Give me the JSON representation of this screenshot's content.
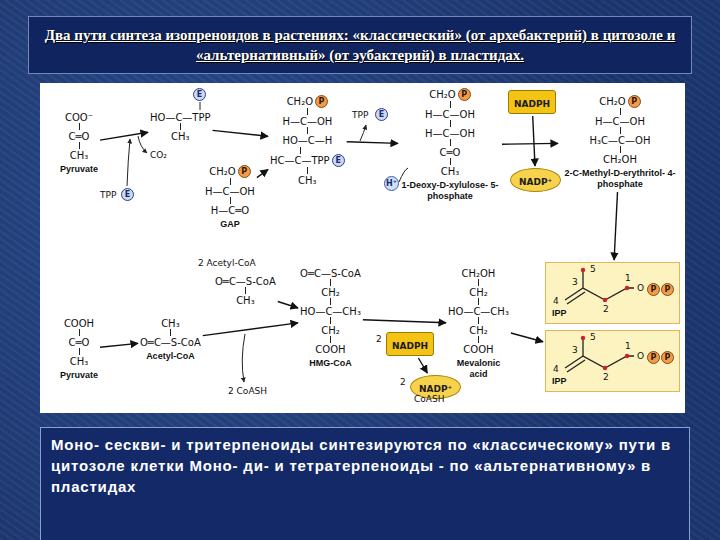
{
  "diagram": {
    "title": "Два пути синтеза изопреноидов в растениях: «классический» (от архебактерий) в цитозоле и «альтернативный» (от эубактерий) в пластидах.",
    "caption": "Моно- сескви- и тритерпеноиды синтезируются по «классическому» пути в цитозоле клетки Моно- ди- и тетратерпеноиды - по «альтернативному» в пластидах",
    "nodes": [
      {
        "text": [
          "COO⁻",
          "C═O",
          "CH₃",
          "Pyruvate"
        ]
      },
      {
        "text": [
          "E"
        ]
      },
      {
        "text": [
          "HO—C—TPP",
          "CH₃"
        ]
      },
      {
        "text": [
          "E"
        ]
      },
      {
        "text": [
          "CH₂O",
          "H—C—OH",
          "H—C═O",
          "GAP"
        ]
      },
      {
        "text": [
          "P"
        ],
        "in": 4
      },
      {
        "text": [
          "CH₂O",
          "H—C—OH",
          "HO—C—H",
          "HC—C—TPP",
          "CH₃"
        ]
      },
      {
        "text": [
          "P"
        ],
        "in": 6
      },
      {
        "text": [
          "E"
        ],
        "in": 6
      },
      {
        "text": [
          "E"
        ]
      },
      {
        "text": [
          "CH₂O",
          "H—C—OH",
          "H—C—OH",
          "C═O",
          "CH₃",
          "1-Deoxy-D-xylulose- 5-phosphate"
        ]
      },
      {
        "text": [
          "P"
        ],
        "in": 10
      },
      {
        "text": [
          "H⁺"
        ]
      },
      {
        "text": [
          "NADPH"
        ]
      },
      {
        "text": [
          "NADP⁺"
        ]
      },
      {
        "text": [
          "CH₂O",
          "H—C—OH",
          "H₃C—C—OH",
          "CH₂OH",
          "2-C-Methyl-D-erythritol- 4-phosphate"
        ]
      },
      {
        "text": [
          "P"
        ],
        "in": 15
      },
      {
        "text": [
          "IPP"
        ]
      },
      {
        "text": [
          "P"
        ],
        "in": 17
      },
      {
        "text": [
          "P"
        ],
        "in": 17
      },
      {
        "text": [
          "O═C—S-CoA",
          "CH₃"
        ]
      },
      {
        "text": [
          "COOH",
          "C═O",
          "CH₃",
          "Pyruvate"
        ]
      },
      {
        "text": [
          "CH₃",
          "O═C—S-CoA",
          "Acetyl-CoA"
        ]
      },
      {
        "text": [
          "O═C—S-CoA",
          "CH₂",
          "HO—C—CH₃",
          "CH₂",
          "COOH",
          "HMG-CoA"
        ]
      },
      {
        "text": [
          "NADPH"
        ]
      },
      {
        "text": [
          "NADP⁺"
        ]
      },
      {
        "text": [
          "CH₂OH",
          "CH₂",
          "HO—C—CH₃",
          "CH₂",
          "COOH",
          "Mevalonic acid"
        ]
      },
      {
        "text": [
          "IPP"
        ]
      },
      {
        "text": [
          "P"
        ],
        "in": 27
      },
      {
        "text": [
          "P"
        ],
        "in": 27
      }
    ],
    "edges": [
      {
        "from": 0,
        "to": 2,
        "arrow": "to"
      },
      {
        "from": 2,
        "to": 6,
        "arrow": "to"
      },
      {
        "from": 4,
        "to": 6,
        "arrow": "to"
      },
      {
        "from": 6,
        "to": 10,
        "arrow": "to"
      },
      {
        "from": 10,
        "to": 15,
        "arrow": "to"
      },
      {
        "from": 13,
        "to": 14,
        "arrow": "to"
      },
      {
        "from": 15,
        "to": 17,
        "arrow": "to"
      },
      {
        "from": 21,
        "to": 22,
        "arrow": "to"
      },
      {
        "from": 22,
        "to": 23,
        "arrow": "to"
      },
      {
        "from": 20,
        "to": 23,
        "arrow": "to"
      },
      {
        "from": 23,
        "to": 26,
        "arrow": "to"
      },
      {
        "from": 24,
        "to": 25,
        "arrow": "to"
      },
      {
        "from": 26,
        "to": 27,
        "arrow": "to"
      }
    ],
    "labels": [
      "CO₂",
      "TPP",
      "TPP",
      "5",
      "1",
      "4",
      "3",
      "2",
      "O",
      "5",
      "1",
      "4",
      "3",
      "2",
      "O",
      "2 Acetyl-CoA",
      "2 CoASH",
      "2",
      "2",
      "CoASH"
    ]
  }
}
